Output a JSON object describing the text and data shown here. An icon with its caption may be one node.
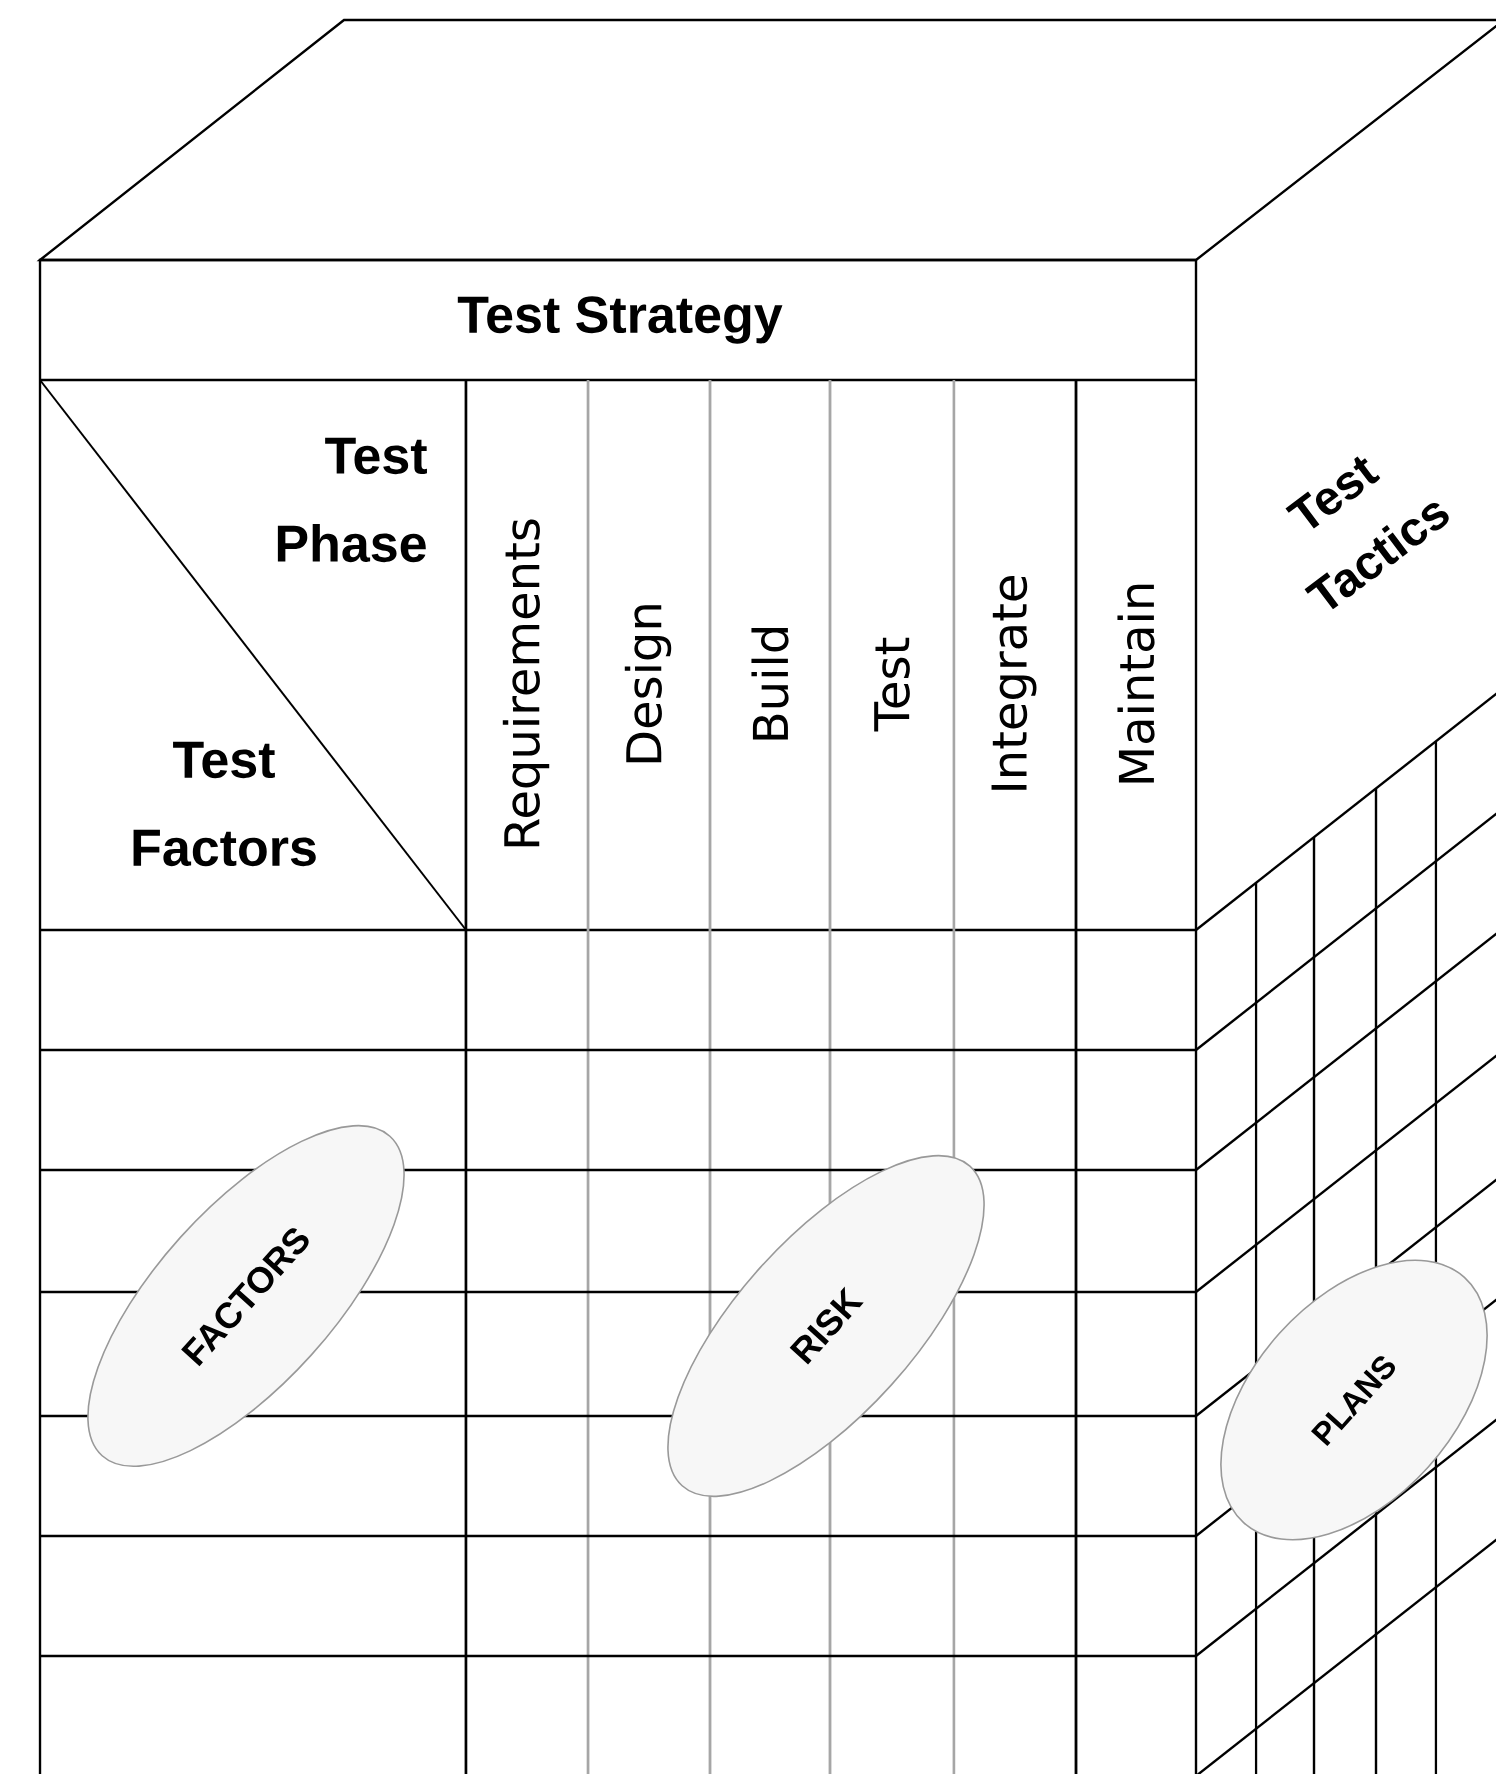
{
  "diagram": {
    "nodes": [
      {
        "text": [
          "FACTORS"
        ]
      },
      {
        "text": [
          "RISK"
        ]
      },
      {
        "text": [
          "PLANS"
        ]
      }
    ],
    "labels": [
      "Test Strategy",
      "Test Phase",
      "Test Factors",
      "Requirements",
      "Design",
      "Build",
      "Test",
      "Integrate",
      "Maintain",
      "Test Tactics"
    ]
  }
}
